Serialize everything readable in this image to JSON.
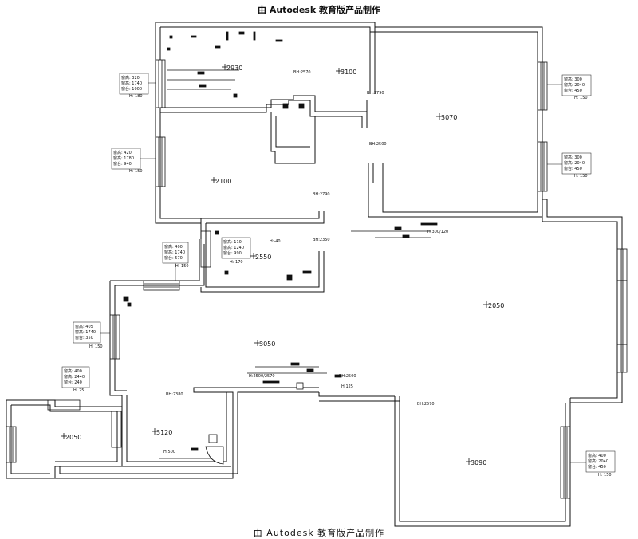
{
  "header": {
    "title": "由 Autodesk 教育版产品制作"
  },
  "footer": {
    "text": "由 Autodesk 教育版产品制作"
  },
  "rooms": {
    "r2930": "2930",
    "r3100": "3100",
    "r3070": "3070",
    "r2100": "2100",
    "r2550": "2550",
    "r2050": "2050",
    "r3050": "3050",
    "r3120": "3120",
    "r2050b": "2050",
    "r3090": "3090"
  },
  "door_heights": {
    "d1": "BH:2570",
    "d2": "BH:2790",
    "d3": "BH:2500",
    "d4": "BH:2790",
    "d5": "BH:2350",
    "d6": "BH:2380",
    "d7": "BH:2570",
    "d8": "H:2500/2570",
    "d9": "BH:2500",
    "d10": "H:300/120",
    "d11": "H:500",
    "d12": "H:125",
    "d13": "H:-40"
  },
  "windows": {
    "w1": {
      "l1": "窗高: 320",
      "l2": "窗高: 1740",
      "l3": "窗台: 1000",
      "note": "H: 180"
    },
    "w2": {
      "l1": "窗高: 300",
      "l2": "窗高: 2040",
      "l3": "窗台: 450",
      "note": "H: 150"
    },
    "w3": {
      "l1": "窗高: 420",
      "l2": "窗高: 1780",
      "l3": "窗台: 940",
      "note": "H: 150"
    },
    "w4": {
      "l1": "窗高: 300",
      "l2": "窗高: 2040",
      "l3": "窗台: 450",
      "note": "H: 150"
    },
    "w5": {
      "l1": "窗高: 400",
      "l2": "窗高: 1740",
      "l3": "窗台: 570",
      "note": "H: 150"
    },
    "w6": {
      "l1": "窗高: 110",
      "l2": "窗高: 1240",
      "l3": "窗台: 990",
      "note": "H: 170"
    },
    "w7": {
      "l1": "窗高: 405",
      "l2": "窗高: 1740",
      "l3": "窗台: 350",
      "note": "H: 150"
    },
    "w8": {
      "l1": "窗高: 400",
      "l2": "窗高: 2440",
      "l3": "窗台: 240",
      "note": "H: 25"
    },
    "w9": {
      "l1": "窗高: 400",
      "l2": "窗高: 2040",
      "l3": "窗台: 450",
      "note": "H: 150"
    }
  },
  "colors": {
    "wall": "#111111",
    "paper": "#ffffff",
    "dim": "#222222"
  }
}
